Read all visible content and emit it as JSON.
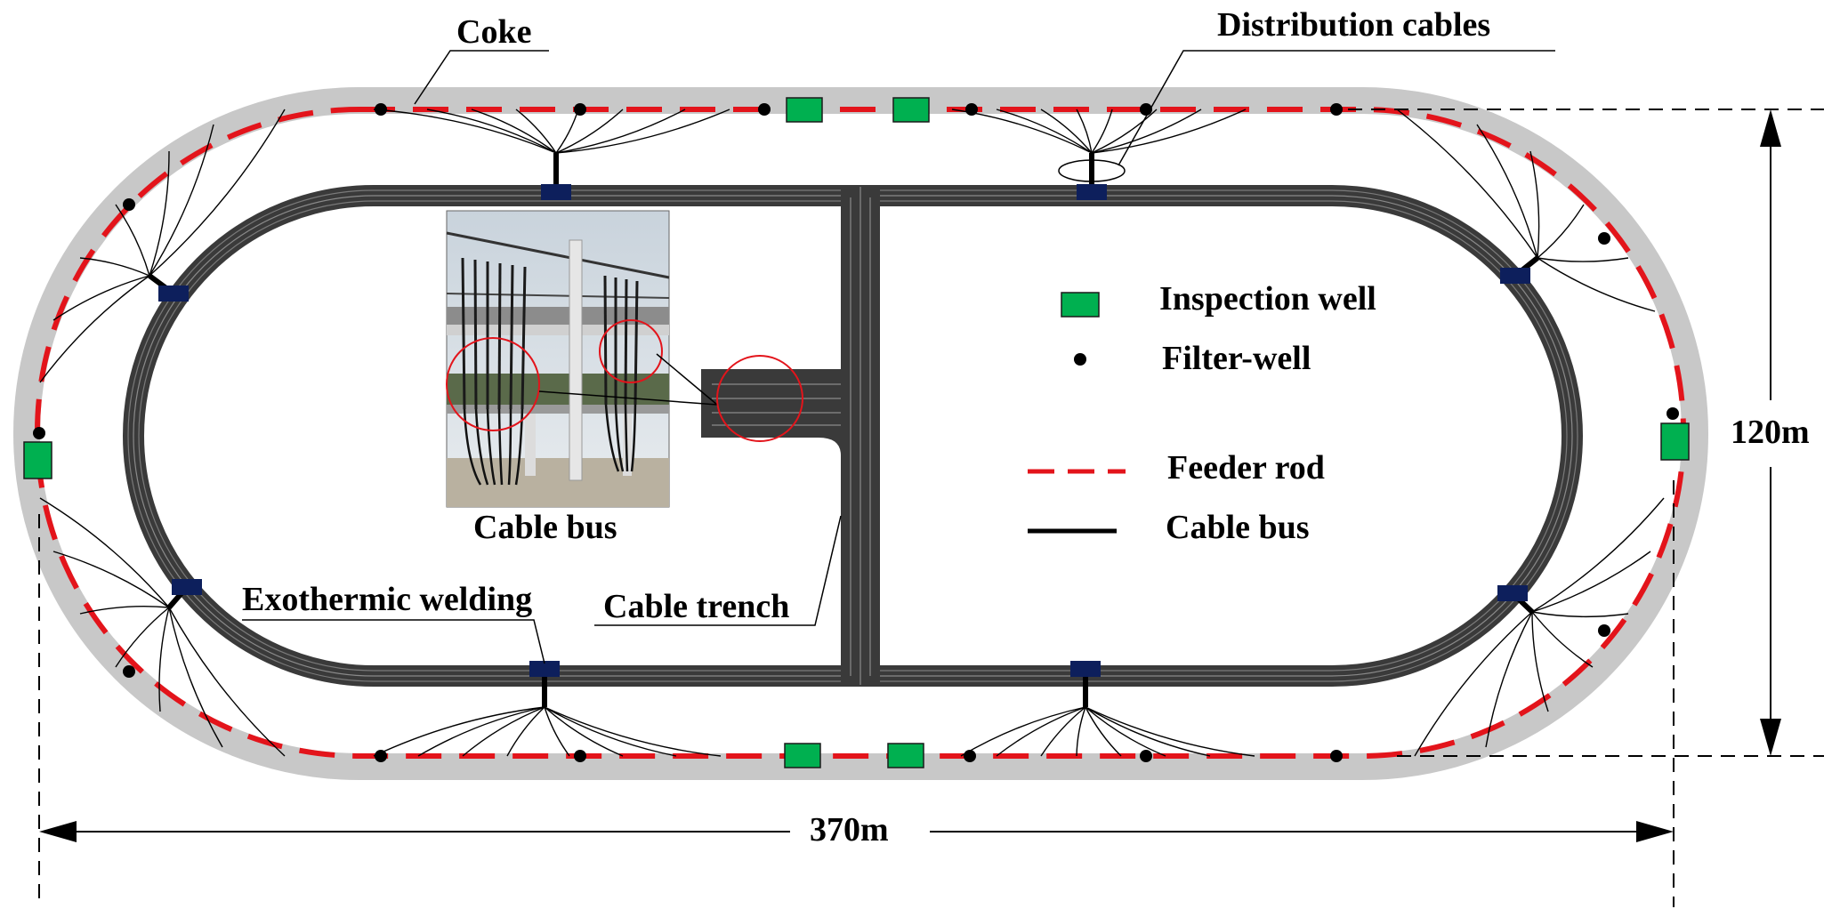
{
  "labels": {
    "coke": "Coke",
    "distribution_cables": "Distribution cables",
    "cable_bus_photo": "Cable bus",
    "exothermic_welding": "Exothermic welding",
    "cable_trench": "Cable trench",
    "height_dimension": "120m",
    "width_dimension": "370m"
  },
  "legend": [
    {
      "symbol": "inspection-well",
      "label": "Inspection well"
    },
    {
      "symbol": "filter-well",
      "label": "Filter-well"
    },
    {
      "symbol": "feeder-rod",
      "label": "Feeder rod"
    },
    {
      "symbol": "cable-bus",
      "label": "Cable bus"
    }
  ],
  "colors": {
    "coke": "#c8c8c8",
    "feeder_rod": "#e3141b",
    "inspection_well": "#00b050",
    "cable_bus": "#3a3a3a",
    "connector": "#0d1f5c",
    "filter_well": "#000000"
  }
}
